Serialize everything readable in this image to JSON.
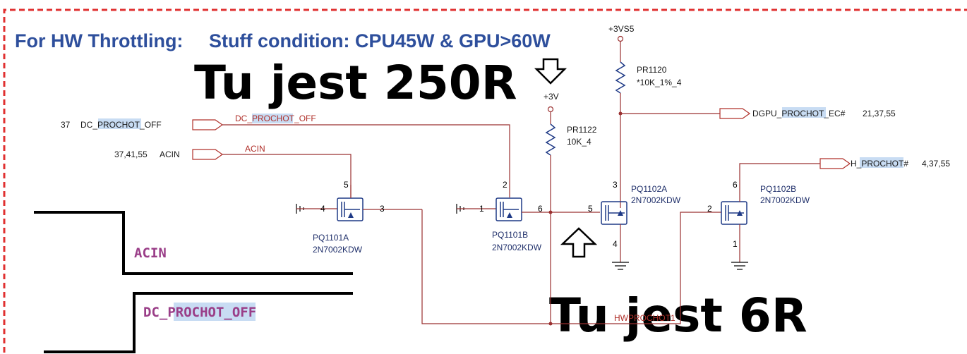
{
  "header": {
    "throttling": "For HW Throttling:",
    "stuff": "Stuff condition: CPU45W & GPU>60W"
  },
  "annotations": {
    "top": "Tu jest 250R",
    "bottom": "Tu jest 6R"
  },
  "rails": {
    "v3vs5": "+3VS5",
    "v3": "+3V"
  },
  "resistors": {
    "pr1120": {
      "ref": "PR1120",
      "value": "*10K_1%_4"
    },
    "pr1122": {
      "ref": "PR1122",
      "value": "10K_4"
    }
  },
  "ports": {
    "dc_prochot_off": {
      "pages": "37",
      "pre": "DC_",
      "hl": "PROCHOT",
      "post": "_OFF"
    },
    "acin": {
      "pages": "37,41,55",
      "name": "ACIN"
    },
    "dgpu_prochot": {
      "pre": "DGPU_",
      "hl": "PROCHOT",
      "post": "_EC#",
      "pages": "21,37,55"
    },
    "h_prochot": {
      "pre": "H_",
      "hl": "PROCHOT",
      "post": "#",
      "pages": "4,37,55"
    }
  },
  "nets": {
    "dc_prochot_off": {
      "pre": "DC_",
      "hl": "PROCHOT",
      "post": "_OFF"
    },
    "acin": "ACIN",
    "hwprochot": "HWPROCHOT1"
  },
  "transistors": {
    "pq1101a": {
      "ref": "PQ1101A",
      "part": "2N7002KDW",
      "pins": [
        "4",
        "5",
        "3"
      ]
    },
    "pq1101b": {
      "ref": "PQ1101B",
      "part": "2N7002KDW",
      "pins": [
        "1",
        "2",
        "6"
      ]
    },
    "pq1102a": {
      "ref": "PQ1102A",
      "part": "2N7002KDW",
      "pins": [
        "5",
        "3",
        "4"
      ]
    },
    "pq1102b": {
      "ref": "PQ1102B",
      "part": "2N7002KDW",
      "pins": [
        "2",
        "6",
        "1"
      ]
    }
  },
  "waveform": {
    "acin": "ACIN",
    "dc_prochot": {
      "pre": "DC_",
      "hl": "PROCHOT",
      "post": "_OFF"
    }
  },
  "colors": {
    "border": "#e03030",
    "header": "#2e4f9c",
    "wire": "#9a3030",
    "component": "#1f3a86",
    "highlight": "#c8dcf3",
    "waveform_label": "#9a3e88"
  }
}
